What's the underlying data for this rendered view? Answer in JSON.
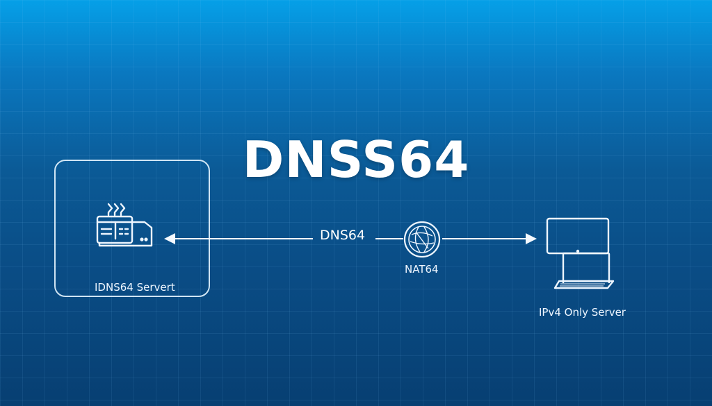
{
  "title": "DNSS64",
  "nodes": {
    "left": {
      "label": "IDNS64 Servert",
      "icon": "server-icon"
    },
    "middle": {
      "label": "NAT64",
      "icon": "globe-icon"
    },
    "right": {
      "label": "IPv4 Only Server",
      "icon": "computer-icon"
    }
  },
  "edges": [
    {
      "from": "middle",
      "to": "left",
      "label": "DNS64"
    },
    {
      "from": "middle",
      "to": "right",
      "label": ""
    }
  ],
  "colors": {
    "background_top": "#05a0e8",
    "background_bottom": "#073f72",
    "foreground": "#ffffff"
  }
}
